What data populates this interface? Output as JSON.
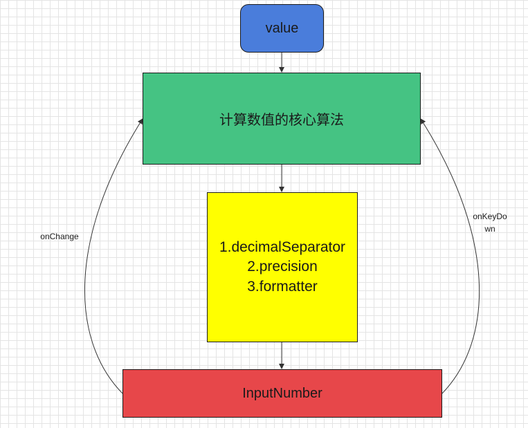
{
  "nodes": {
    "value": {
      "label": "value",
      "fill": "#4a7ddb"
    },
    "core": {
      "label": "计算数值的核心算法",
      "fill": "#45c383"
    },
    "options": {
      "lines": [
        "1.decimalSeparator",
        "2.precision",
        "3.formatter"
      ],
      "fill": "#ffff00"
    },
    "input": {
      "label": "InputNumber",
      "fill": "#e7474a"
    }
  },
  "edges": {
    "on_change": {
      "label": "onChange"
    },
    "on_key_down": {
      "label_lines": [
        "onKeyDo",
        "wn"
      ]
    }
  },
  "edge_color": "#333333"
}
